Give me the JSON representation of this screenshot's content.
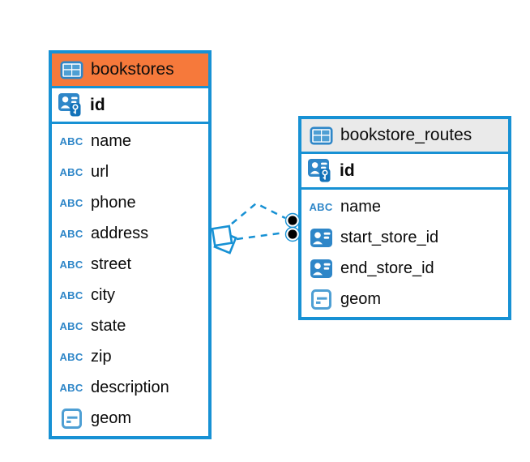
{
  "diagram": {
    "abc_icon_text": "ABC",
    "tables": [
      {
        "name": "bookstores",
        "header_color": "#F6793B",
        "primary_key": {
          "name": "id",
          "type": "id"
        },
        "columns": [
          {
            "name": "name",
            "type": "text"
          },
          {
            "name": "url",
            "type": "text"
          },
          {
            "name": "phone",
            "type": "text"
          },
          {
            "name": "address",
            "type": "text"
          },
          {
            "name": "street",
            "type": "text"
          },
          {
            "name": "city",
            "type": "text"
          },
          {
            "name": "state",
            "type": "text"
          },
          {
            "name": "zip",
            "type": "text"
          },
          {
            "name": "description",
            "type": "text"
          },
          {
            "name": "geom",
            "type": "geometry"
          }
        ]
      },
      {
        "name": "bookstore_routes",
        "header_color": "#EAEAEA",
        "primary_key": {
          "name": "id",
          "type": "id"
        },
        "columns": [
          {
            "name": "name",
            "type": "text"
          },
          {
            "name": "start_store_id",
            "type": "reference"
          },
          {
            "name": "end_store_id",
            "type": "reference"
          },
          {
            "name": "geom",
            "type": "geometry"
          }
        ]
      }
    ],
    "relationship": {
      "from_table": "bookstores",
      "to_table": "bookstore_routes",
      "lines": 2,
      "line_style": "dashed",
      "source_marker": "diamond",
      "target_marker": "filled-circles"
    },
    "icons": {
      "table": "table-icon",
      "primary_key": "person-key-icon",
      "text": "abc-text-type-icon",
      "reference": "person-reference-icon",
      "geometry": "geometry-type-icon"
    },
    "colors": {
      "table_border": "#1791D4",
      "relationship_line": "#1791D4",
      "icon_blue": "#2E86C8",
      "icon_light_blue": "#4E9FD4",
      "key_badge_blue": "#1272B9",
      "bookstores_header": "#F6793B",
      "bookstore_routes_header": "#EAEAEA"
    }
  }
}
